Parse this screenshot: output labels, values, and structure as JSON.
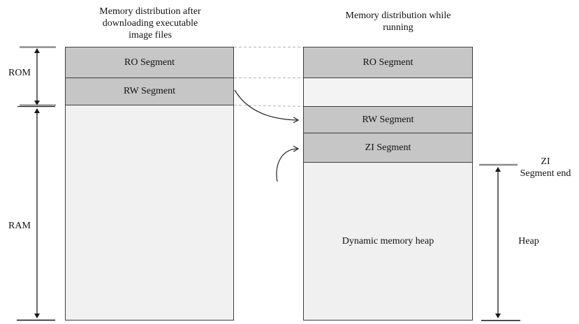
{
  "left_panel": {
    "title": "Memory distribution after\ndownloading executable\nimage files",
    "ro_label": "RO Segment",
    "rw_label": "RW Segment"
  },
  "right_panel": {
    "title": "Memory distribution while\nrunning",
    "ro_label": "RO Segment",
    "rw_label": "RW Segment",
    "zi_label": "ZI Segment",
    "heap_label": "Dynamic memory heap"
  },
  "side_labels": {
    "rom": "ROM",
    "ram": "RAM",
    "zi_segment_end": "ZI\nSegment end",
    "heap": "Heap"
  },
  "colors": {
    "segment_fill": "#c6c6c6",
    "light_fill": "#f1f1f1",
    "border": "#3c3c3c",
    "dashed_connector": "#c0c0c0",
    "arrow": "#1a1a1a",
    "gray_tick": "#8c8c8c"
  }
}
